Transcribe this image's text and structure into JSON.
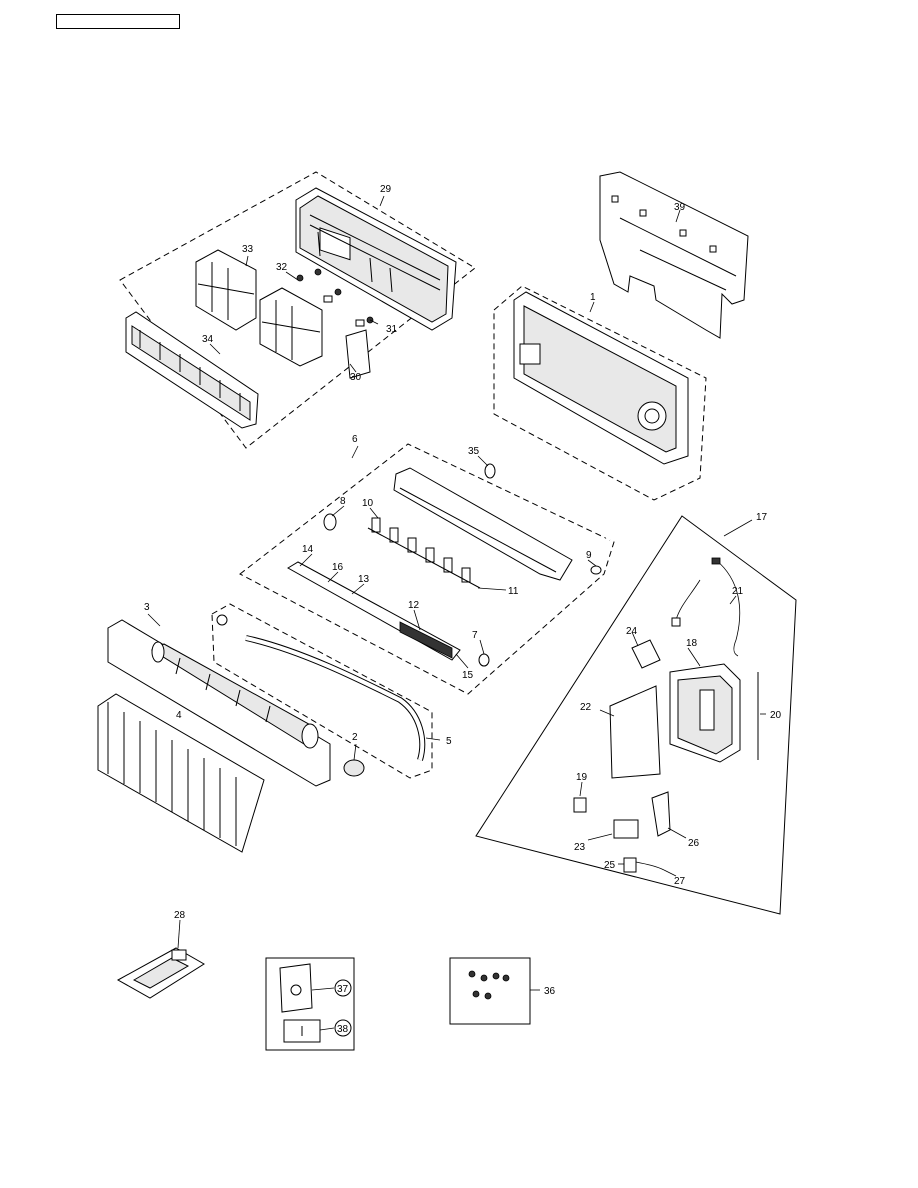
{
  "header": {
    "model_box_text": ""
  },
  "callouts": {
    "c1": "1",
    "c2": "2",
    "c3": "3",
    "c4": "4",
    "c5": "5",
    "c6": "6",
    "c7": "7",
    "c8": "8",
    "c9": "9",
    "c10": "10",
    "c11": "11",
    "c12": "12",
    "c13": "13",
    "c14": "14",
    "c15": "15",
    "c16": "16",
    "c17": "17",
    "c18": "18",
    "c19": "19",
    "c20": "20",
    "c21": "21",
    "c22": "22",
    "c23": "23",
    "c24": "24",
    "c25": "25",
    "c26": "26",
    "c27": "27",
    "c28": "28",
    "c29": "29",
    "c30": "30",
    "c31": "31",
    "c32": "32",
    "c33": "33",
    "c34": "34",
    "c35": "35",
    "c36": "36",
    "c37": "37",
    "c38": "38",
    "c39": "39"
  }
}
